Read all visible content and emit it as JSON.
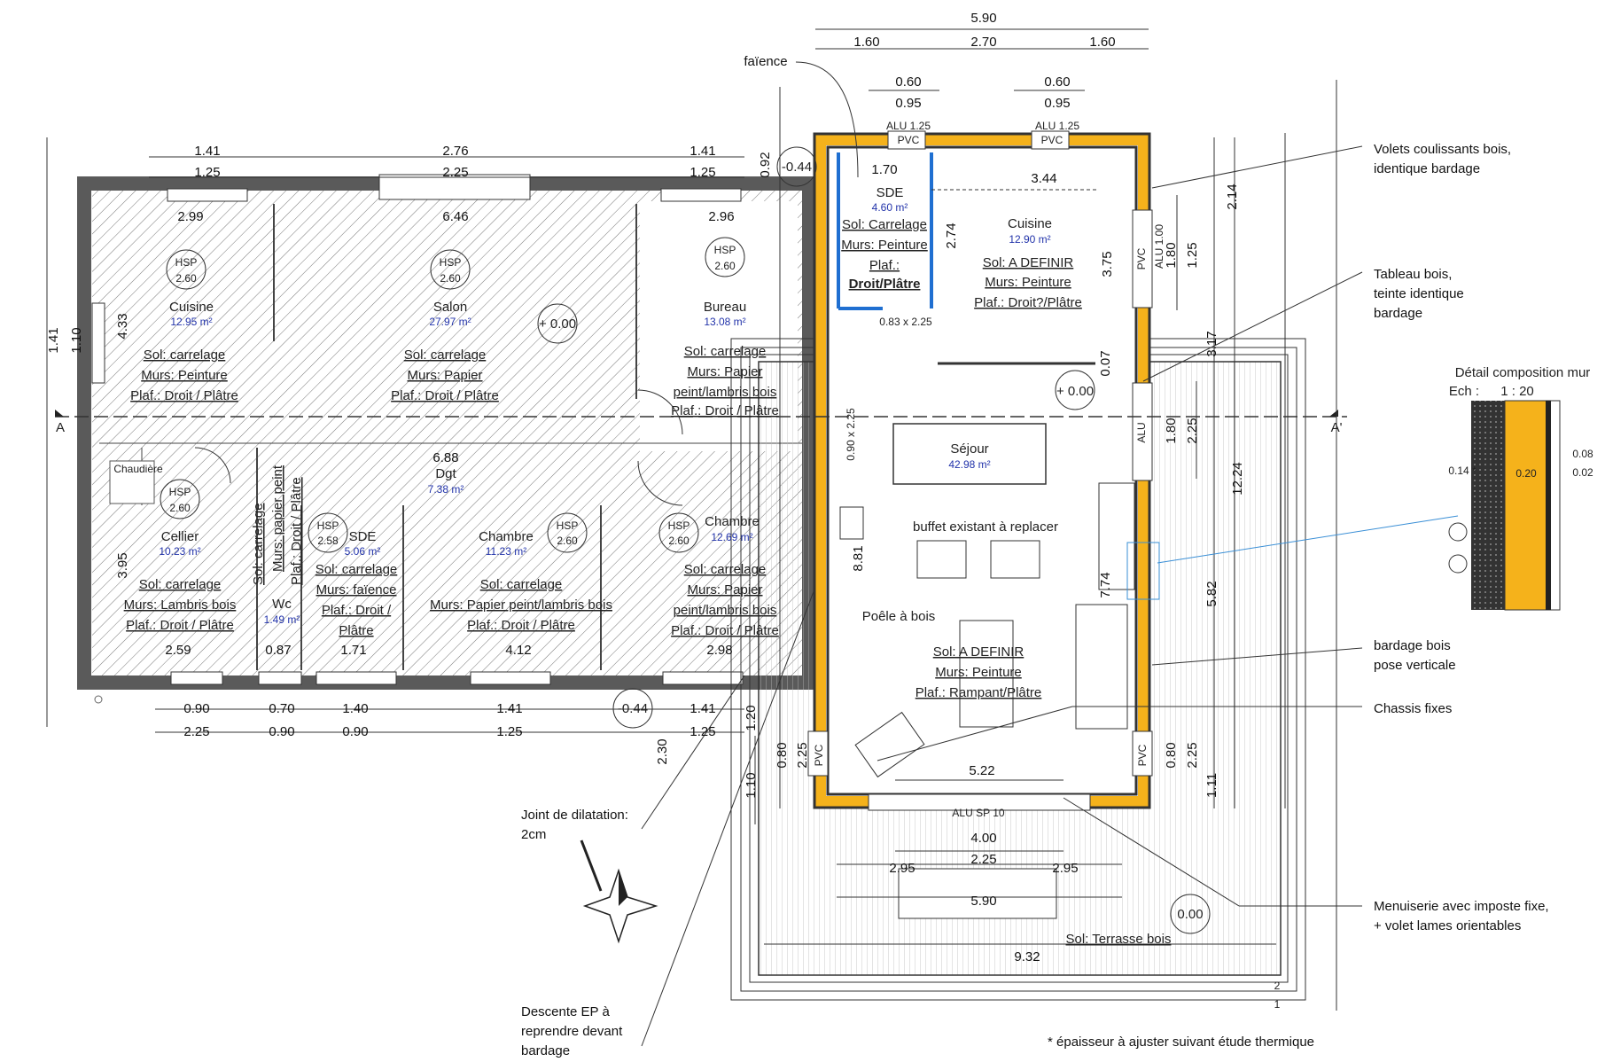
{
  "dimensions_top": {
    "overall": "5.90",
    "segments": [
      "1.60",
      "2.70",
      "1.60"
    ],
    "left_window_a": "0.60",
    "left_window_b": "0.95",
    "right_window_a": "0.60",
    "right_window_b": "0.95"
  },
  "existing_house": {
    "top_dims": [
      "1.41",
      "2.76",
      "1.41"
    ],
    "top_dims_2": [
      "1.25",
      "2.25",
      "1.25"
    ],
    "inner_top": [
      "2.99",
      "6.46",
      "2.96"
    ],
    "inner_bottom": [
      "2.59",
      "0.87",
      "1.71",
      "4.12",
      "2.98"
    ],
    "bottom_dims_1": [
      "0.90",
      "0.70",
      "1.40",
      "1.41",
      "1.41"
    ],
    "bottom_dims_2": [
      "2.25",
      "0.90",
      "0.90",
      "1.25",
      "1.25"
    ],
    "left_dims": [
      "1.41",
      "1.10",
      "4.33",
      "3.95"
    ],
    "rooms": [
      {
        "name": "Cuisine",
        "area": "12.95 m²",
        "hsp": "HSP",
        "hsp_val": "2.60",
        "sol": "Sol: carrelage",
        "murs": "Murs: Peinture",
        "plaf": "Plaf.: Droit / Plâtre"
      },
      {
        "name": "Salon",
        "area": "27.97 m²",
        "hsp": "HSP",
        "hsp_val": "2.60",
        "sol": "Sol: carrelage",
        "murs": "Murs: Papier",
        "plaf": "Plaf.: Droit / Plâtre"
      },
      {
        "name": "Bureau",
        "area": "13.08 m²",
        "hsp": "HSP",
        "hsp_val": "2.60",
        "sol": "Sol: carrelage",
        "murs": "Murs: Papier",
        "murs2": "peint/lambris bois",
        "plaf": "Plaf.: Droit / Plâtre"
      },
      {
        "name": "Cellier",
        "area": "10.23 m²",
        "hsp": "HSP",
        "hsp_val": "2.60",
        "sol": "Sol: carrelage",
        "murs": "Murs: Lambris bois",
        "plaf": "Plaf.: Droit / Plâtre"
      },
      {
        "name": "Wc",
        "area": "1.49 m²"
      },
      {
        "name": "SDE",
        "area": "5.06 m²",
        "hsp": "HSP",
        "hsp_val": "2.58",
        "sol": "Sol: carrelage",
        "murs": "Murs: faïence",
        "plaf": "Plaf.: Droit /",
        "plaf2": "Plâtre"
      },
      {
        "name": "Chambre",
        "area": "11.23 m²",
        "hsp": "HSP",
        "hsp_val": "2.60",
        "sol": "Sol: carrelage",
        "murs": "Murs: Papier peint/lambris bois",
        "plaf": "Plaf.: Droit / Plâtre"
      },
      {
        "name": "Chambre",
        "area": "12.69 m²",
        "hsp": "HSP",
        "hsp_val": "2.60",
        "sol": "Sol: carrelage",
        "murs": "Murs: Papier",
        "murs2": "peint/lambris bois",
        "plaf": "Plaf.: Droit / Plâtre"
      }
    ],
    "dgt": {
      "dim": "6.88",
      "name": "Dgt",
      "area": "7.38 m²"
    },
    "chaudiere": "Chaudière",
    "vertical_text_1": "Sol: carrelage",
    "vertical_text_2": "Murs: papier peint",
    "vertical_text_3": "Plaf.: Droit / Plâtre",
    "level_1": "+ 0.00",
    "level_2": "-0.44",
    "level_3": "-0.44"
  },
  "extension": {
    "sde": {
      "name": "SDE",
      "area": "4.60 m²",
      "dim": "1.70",
      "sol": "Sol: Carrelage",
      "murs": "Murs: Peinture",
      "plaf": "Plaf.:",
      "plaf2": "Droit/Plâtre"
    },
    "cuisine": {
      "name": "Cuisine",
      "area": "12.90 m²",
      "dim": "3.44",
      "sol": "Sol: A DEFINIR",
      "murs": "Murs: Peinture",
      "plaf": "Plaf.: Droit?/Plâtre"
    },
    "sejour": {
      "name": "Séjour",
      "area": "42.98 m²",
      "sol": "Sol: A DEFINIR",
      "murs": "Murs: Peinture",
      "plaf": "Plaf.: Rampant/Plâtre"
    },
    "door_dim": "0.83 x 2.25",
    "door_dim_2": "0.90 x 2.25",
    "dim_274": "2.74",
    "dim_375": "3.75",
    "dim_007": "0.07",
    "level": "+ 0.00",
    "buffet": "buffet existant à replacer",
    "poele": "Poêle à bois",
    "alu_bottom": "ALU SP 10",
    "dim_522": "5.22",
    "dim_881": "8.81",
    "dim_774": "7.74",
    "alu_labels": [
      "ALU 1.25",
      "ALU 1.25",
      "ALU 1.00",
      "ALU"
    ],
    "pvc_labels": [
      "PVC",
      "PVC",
      "PVC",
      "PVC",
      "PVC"
    ],
    "right_dims": [
      "2.14",
      "1.80",
      "1.25",
      "3.17",
      "1.80",
      "2.25",
      "12.24",
      "5.82",
      "0.80",
      "2.25",
      "1.11"
    ],
    "left_ext_dims": [
      "0.92",
      "1.20",
      "2.30",
      "0.80",
      "2.25",
      "1.10"
    ],
    "terrace": {
      "dims": [
        "4.00",
        "2.25",
        "2.95",
        "2.95",
        "5.90",
        "9.32"
      ],
      "sol": "Sol: Terrasse bois",
      "level": "0.00"
    },
    "idx": [
      "2",
      "1"
    ]
  },
  "section_marks": [
    "A",
    "A'"
  ],
  "detail": {
    "title": "Détail composition mur",
    "scale_label": "Ech :",
    "scale": "1 : 20",
    "dims": [
      "0.14 *",
      "0.20",
      "0.08",
      "0.02"
    ]
  },
  "annotations": {
    "faience": "faïence",
    "volets": [
      "Volets coulissants bois,",
      "identique bardage"
    ],
    "tableau": [
      "Tableau bois,",
      "teinte identique",
      "bardage"
    ],
    "bardage": [
      "bardage bois",
      "pose verticale"
    ],
    "chassis": "Chassis fixes",
    "menuiserie": [
      "Menuiserie avec imposte fixe,",
      "+ volet lames orientables"
    ],
    "joint": [
      "Joint de dilatation:",
      "2cm"
    ],
    "descente": [
      "Descente EP à",
      "reprendre devant",
      "bardage"
    ],
    "note": "* épaisseur à ajuster suivant étude thermique"
  },
  "colors": {
    "insulation": "#f5b21b",
    "wall": "#5a5a5a",
    "partition": "#1f6fd1",
    "detail_line": "#3a8fd6"
  }
}
